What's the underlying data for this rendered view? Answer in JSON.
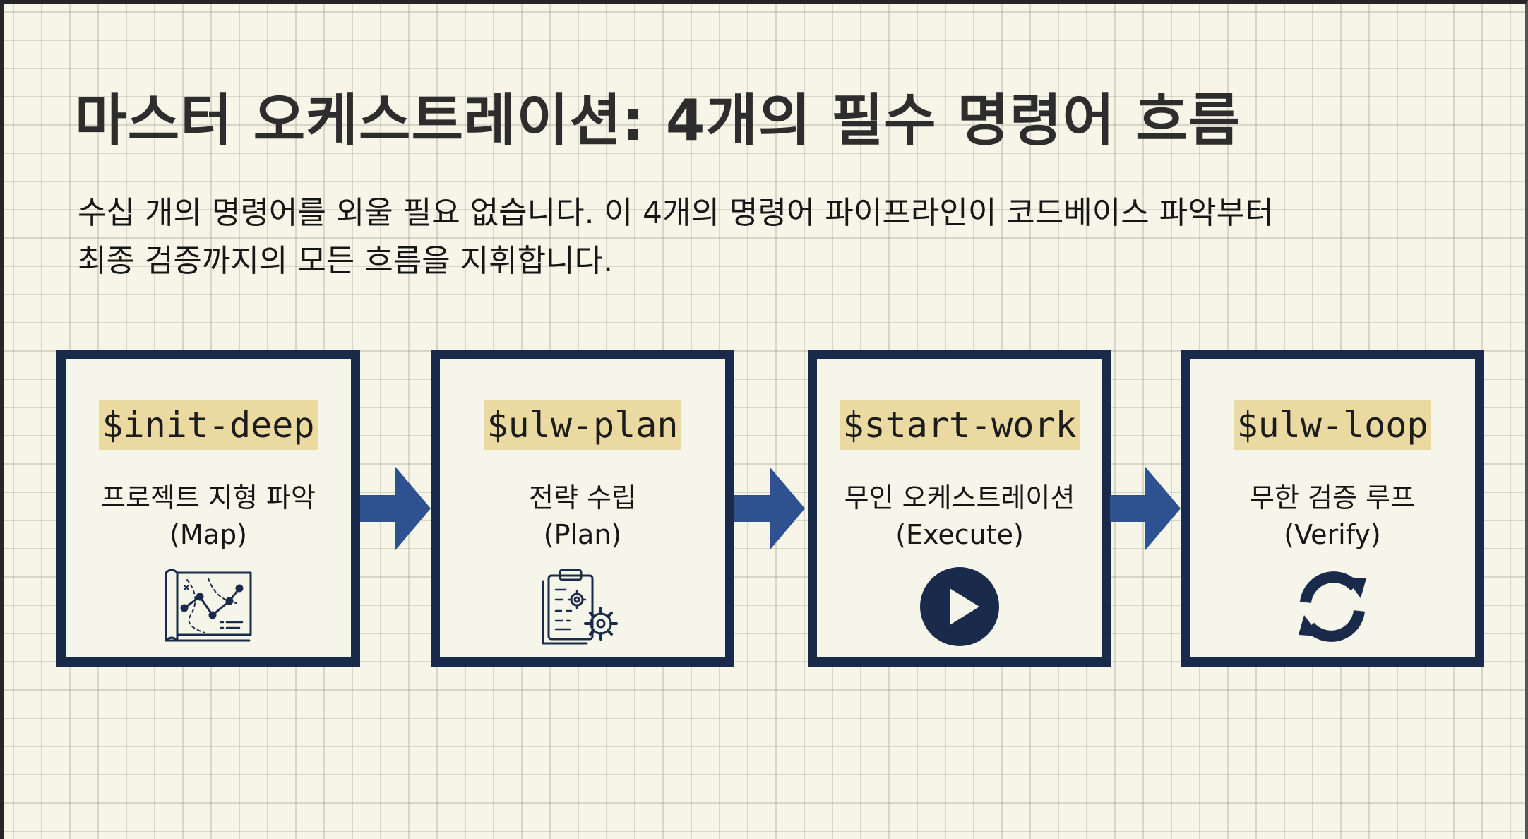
{
  "title": "마스터 오케스트레이션: 4개의 필수 명령어 흐름",
  "subtitle": {
    "line1": "수십 개의 명령어를 외울 필요 없습니다. 이 4개의 명령어 파이프라인이 코드베이스 파악부터",
    "line2": "최종 검증까지의 모든 흐름을 지휘합니다."
  },
  "colors": {
    "box_border": "#1a2a4a",
    "arrow": "#2d528f",
    "command_highlight": "#ead9a0",
    "background": "#f6f5e8"
  },
  "steps": [
    {
      "command": "$init-deep",
      "label_ko": "프로젝트 지형 파악",
      "label_en": "(Map)",
      "icon": "map-chart-icon"
    },
    {
      "command": "$ulw-plan",
      "label_ko": "전략 수립",
      "label_en": "(Plan)",
      "icon": "clipboard-gear-icon"
    },
    {
      "command": "$start-work",
      "label_ko": "무인 오케스트레이션",
      "label_en": "(Execute)",
      "icon": "play-icon"
    },
    {
      "command": "$ulw-loop",
      "label_ko": "무한 검증 루프",
      "label_en": "(Verify)",
      "icon": "refresh-loop-icon"
    }
  ]
}
